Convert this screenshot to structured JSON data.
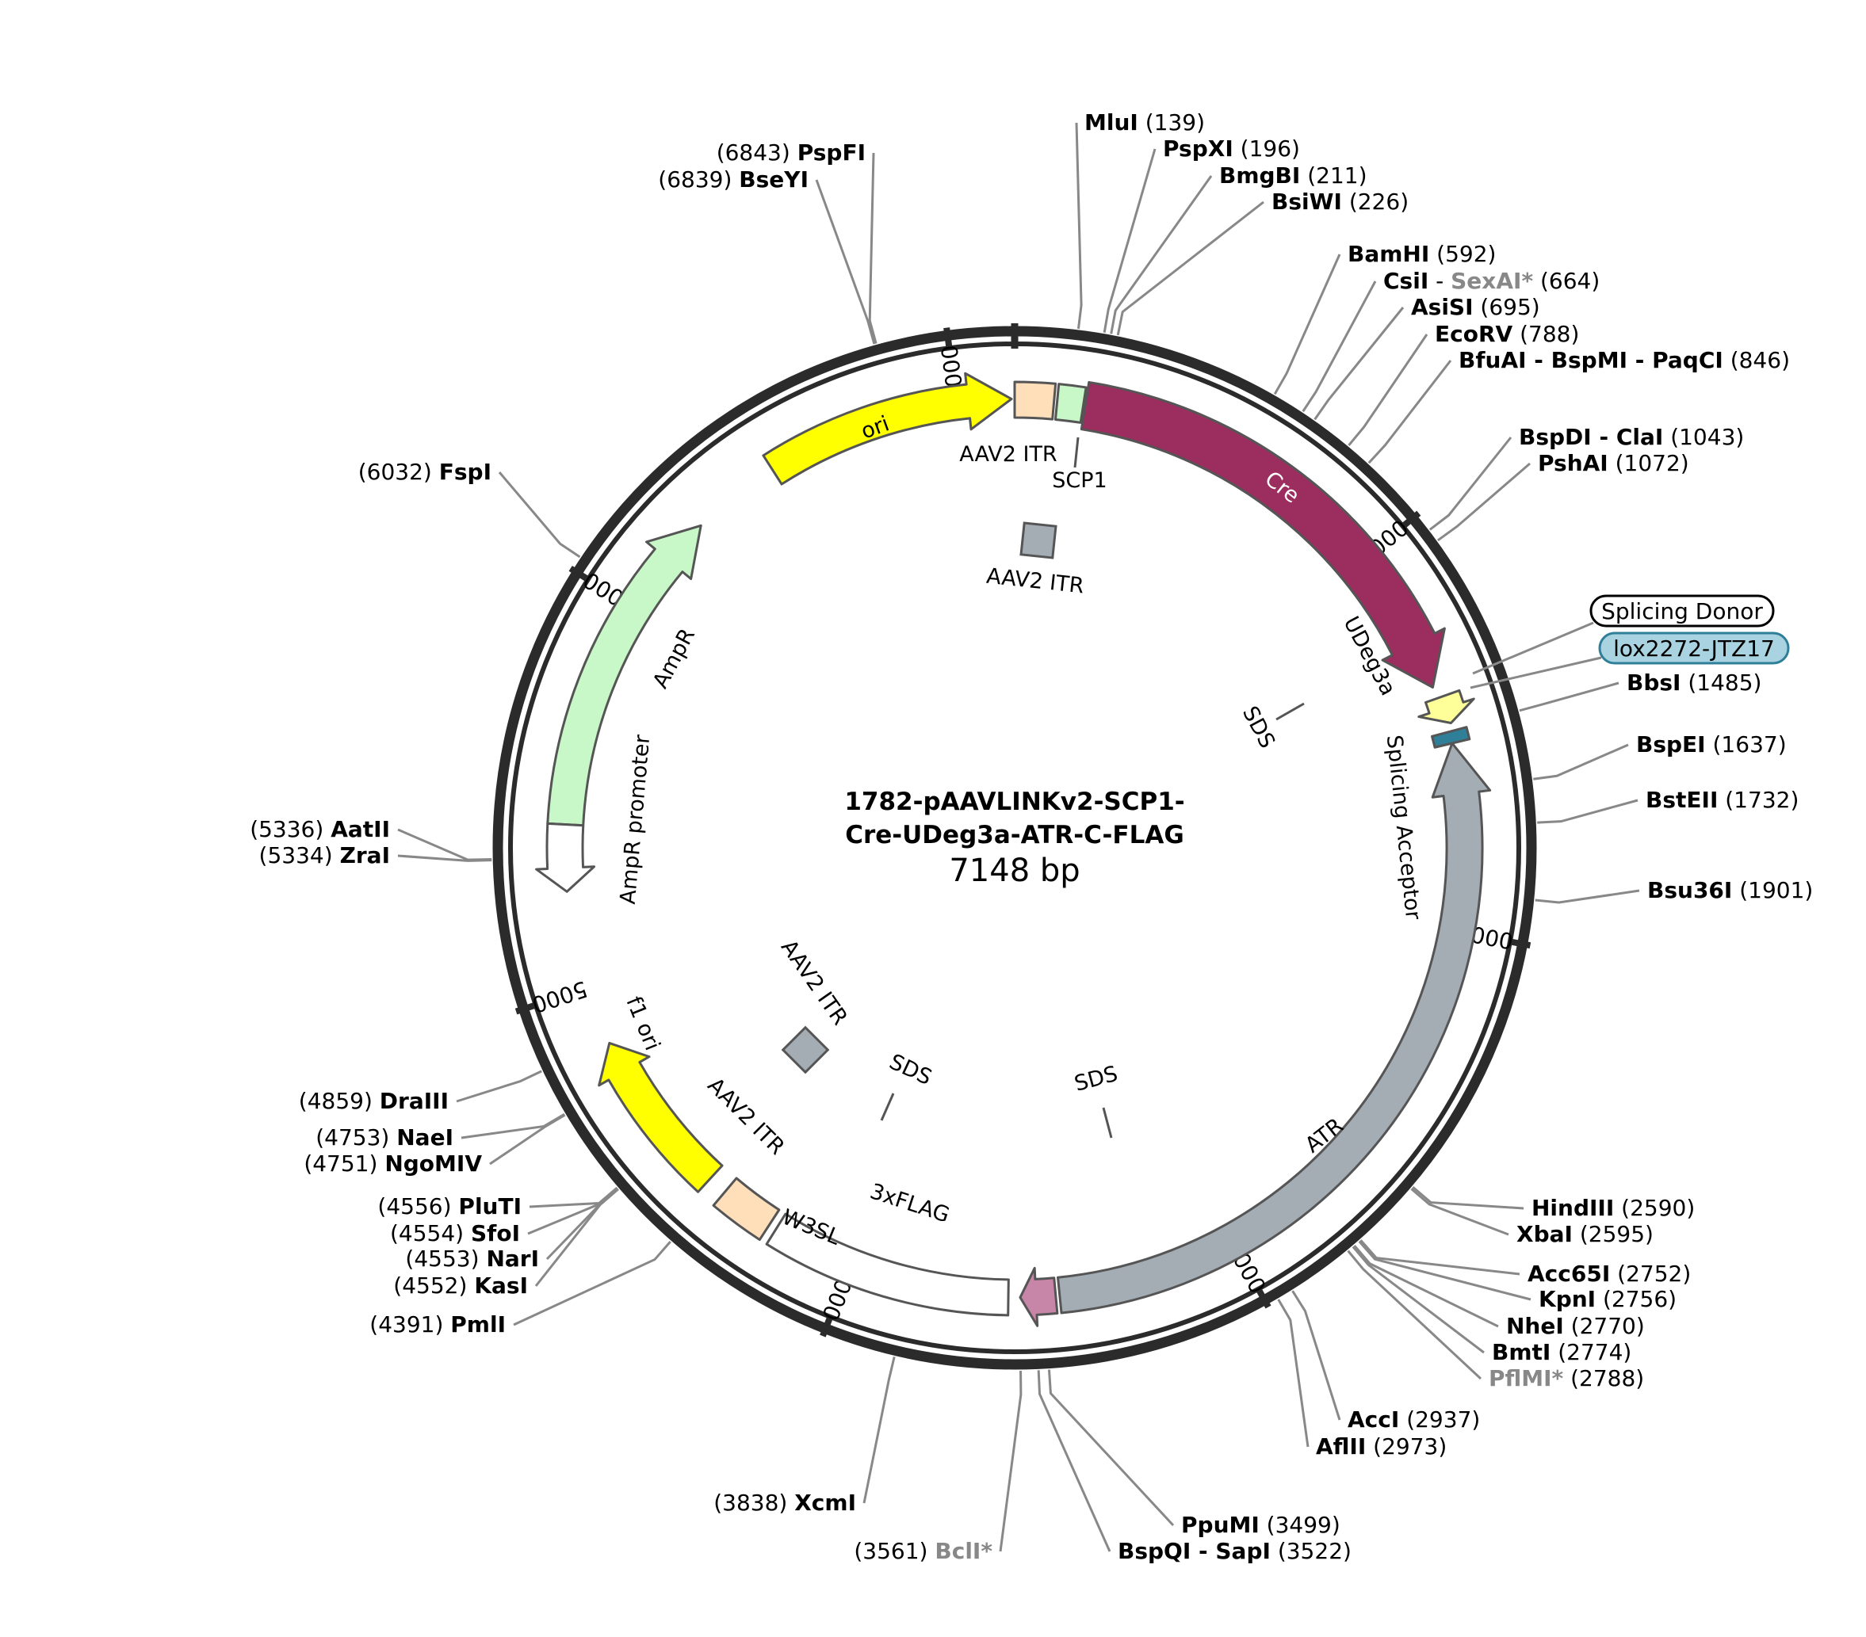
{
  "plasmid": {
    "name_line1": "1782-pAAVLINKv2-SCP1-",
    "name_line2": "Cre-UDeg3a-ATR-C-FLAG",
    "size_label": "7148 bp",
    "length_bp": 7148
  },
  "backbone_ticks": [
    {
      "bp": 0,
      "label": ""
    },
    {
      "bp": 1000,
      "label": "1000"
    },
    {
      "bp": 2000,
      "label": "2000"
    },
    {
      "bp": 3000,
      "label": "3000"
    },
    {
      "bp": 4000,
      "label": "4000"
    },
    {
      "bp": 5000,
      "label": "5000"
    },
    {
      "bp": 6000,
      "label": "6000"
    },
    {
      "bp": 7000,
      "label": "7000"
    }
  ],
  "enzymes_right": [
    {
      "name": "MluI",
      "pos": "(139)",
      "bp": 139
    },
    {
      "name": "PspXI",
      "pos": "(196)",
      "bp": 196
    },
    {
      "name": "BmgBI",
      "pos": "(211)",
      "bp": 211
    },
    {
      "name": "BsiWI",
      "pos": "(226)",
      "bp": 226
    },
    {
      "name": "BamHI",
      "pos": "(592)",
      "bp": 592
    },
    {
      "name": "CsiI",
      "sep": " - ",
      "name2": "SexAI*",
      "name2_gray": true,
      "pos": "(664)",
      "bp": 664
    },
    {
      "name": "AsiSI",
      "pos": "(695)",
      "bp": 695
    },
    {
      "name": "EcoRV",
      "pos": "(788)",
      "bp": 788
    },
    {
      "name": "BfuAI - BspMI - PaqCI",
      "pos": "(846)",
      "bp": 846
    },
    {
      "name": "BspDI - ClaI",
      "pos": "(1043)",
      "bp": 1043
    },
    {
      "name": "PshAI",
      "pos": "(1072)",
      "bp": 1072
    },
    {
      "name": "BbsI",
      "pos": "(1485)",
      "bp": 1485
    },
    {
      "name": "BspEI",
      "pos": "(1637)",
      "bp": 1637
    },
    {
      "name": "BstEII",
      "pos": "(1732)",
      "bp": 1732
    },
    {
      "name": "Bsu36I",
      "pos": "(1901)",
      "bp": 1901
    },
    {
      "name": "HindIII",
      "pos": "(2590)",
      "bp": 2590
    },
    {
      "name": "XbaI",
      "pos": "(2595)",
      "bp": 2595
    },
    {
      "name": "Acc65I",
      "pos": "(2752)",
      "bp": 2752
    },
    {
      "name": "KpnI",
      "pos": "(2756)",
      "bp": 2756
    },
    {
      "name": "NheI",
      "pos": "(2770)",
      "bp": 2770
    },
    {
      "name": "BmtI",
      "pos": "(2774)",
      "bp": 2774
    },
    {
      "name": "PflMI*",
      "gray": true,
      "pos": "(2788)",
      "bp": 2788
    },
    {
      "name": "AccI",
      "pos": "(2937)",
      "bp": 2937
    },
    {
      "name": "AflII",
      "pos": "(2973)",
      "bp": 2973
    },
    {
      "name": "PpuMI",
      "pos": "(3499)",
      "bp": 3499
    },
    {
      "name": "BspQI - SapI",
      "pos": "(3522)",
      "bp": 3522
    }
  ],
  "enzymes_left": [
    {
      "name": "BclI*",
      "gray": true,
      "pos": "(3561)",
      "bp": 3561
    },
    {
      "name": "XcmI",
      "pos": "(3838)",
      "bp": 3838
    },
    {
      "name": "PmlI",
      "pos": "(4391)",
      "bp": 4391
    },
    {
      "name": "KasI",
      "pos": "(4552)",
      "bp": 4552
    },
    {
      "name": "NarI",
      "pos": "(4553)",
      "bp": 4553
    },
    {
      "name": "SfoI",
      "pos": "(4554)",
      "bp": 4554
    },
    {
      "name": "PluTI",
      "pos": "(4556)",
      "bp": 4556
    },
    {
      "name": "NgoMIV",
      "pos": "(4751)",
      "bp": 4751
    },
    {
      "name": "NaeI",
      "pos": "(4753)",
      "bp": 4753
    },
    {
      "name": "DraIII",
      "pos": "(4859)",
      "bp": 4859
    },
    {
      "name": "ZraI",
      "pos": "(5334)",
      "bp": 5334
    },
    {
      "name": "AatII",
      "pos": "(5336)",
      "bp": 5336
    },
    {
      "name": "FspI",
      "pos": "(6032)",
      "bp": 6032
    },
    {
      "name": "BseYI",
      "pos": "(6839)",
      "bp": 6839
    },
    {
      "name": "PspFI",
      "pos": "(6843)",
      "bp": 6843
    }
  ],
  "boxed_labels": {
    "splicing_donor": "Splicing Donor",
    "lox": "lox2272-JTZ17"
  },
  "features": {
    "ori": "ori",
    "aav2_itr": "AAV2 ITR",
    "scp1": "SCP1",
    "cre": "Cre",
    "udeg3a": "UDeg3a",
    "splicing_acceptor": "Splicing Acceptor",
    "atr": "ATR",
    "sds": "SDS",
    "flag": "3xFLAG",
    "w3sl": "W3SL",
    "f1_ori": "f1 ori",
    "ampr": "AmpR",
    "ampr_promoter": "AmpR promoter"
  },
  "colors": {
    "ori": "#ffff00",
    "aav2_itr": "#ffdfba",
    "scp1": "#c8f7c8",
    "cre": "#9b2d5f",
    "udeg3a": "#ffff99",
    "atr": "#a4acb4",
    "lox": "#2e7f97",
    "flag": "#c785a8",
    "ampr": "#c8f7c8",
    "w3sl": "#ffffff",
    "misc_feature": "#a4acb4",
    "lox_label_bg": "#a9d3e0",
    "gray_enzyme": "#888888"
  }
}
